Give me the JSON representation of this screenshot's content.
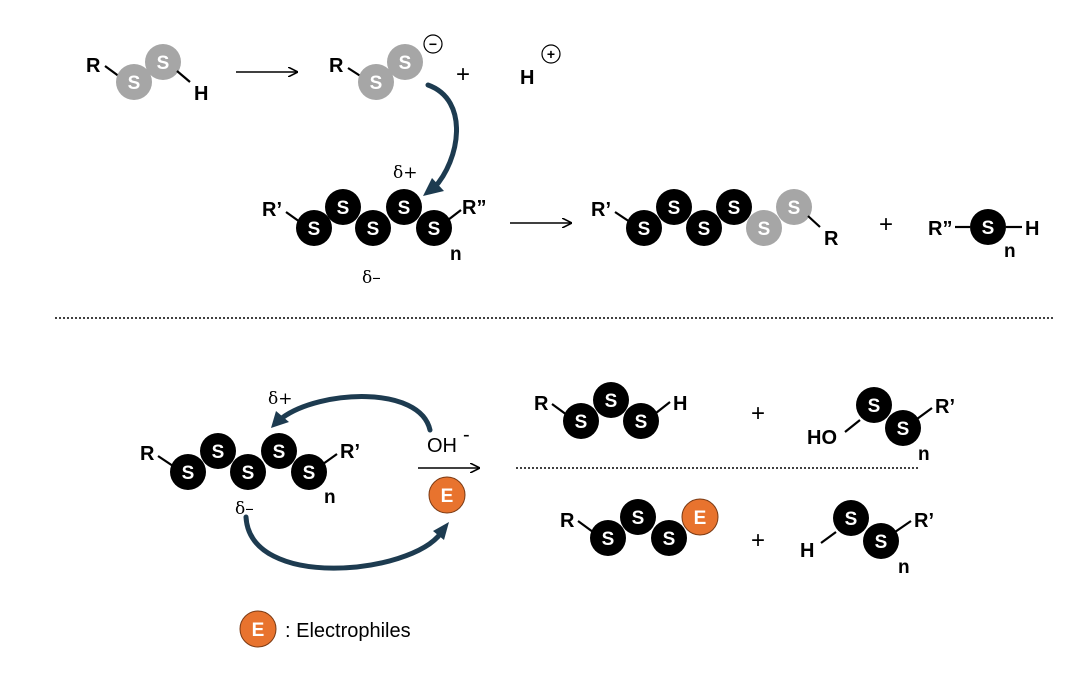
{
  "colors": {
    "sulfur_black": "#000000",
    "sulfur_gray": "#a6a6a6",
    "electrophile": "#e8732e",
    "curly_arrow": "#1d3b50"
  },
  "atoms": {
    "sulfur": "S",
    "electrophile": "E"
  },
  "reaction1": {
    "reactant_r": "R",
    "reactant_h": "H",
    "anion_r": "R",
    "anion_charge": "−",
    "plus": "+",
    "proton_h": "H",
    "proton_charge": "+"
  },
  "reaction2": {
    "delta_plus": "δ+",
    "delta_minus": "δ–",
    "poly_left": "R’",
    "poly_right": "R”",
    "poly_n": "n",
    "product1_left": "R’",
    "product1_right": "R",
    "plus": "+",
    "product2_left": "R”",
    "product2_h": "H",
    "product2_n": "n"
  },
  "reaction3": {
    "delta_plus": "δ+",
    "delta_minus": "δ–",
    "poly_left": "R",
    "poly_right": "R’",
    "poly_n": "n",
    "reagent": "OH",
    "reagent_charge": "-",
    "top_product1_left": "R",
    "top_product1_right": "H",
    "plus_top": "+",
    "top_product2_left": "HO",
    "top_product2_right": "R’",
    "top_product2_n": "n",
    "bottom_product1_left": "R",
    "plus_bottom": "+",
    "bottom_product2_left": "H",
    "bottom_product2_right": "R’",
    "bottom_product2_n": "n"
  },
  "legend": {
    "text": ": Electrophiles"
  }
}
